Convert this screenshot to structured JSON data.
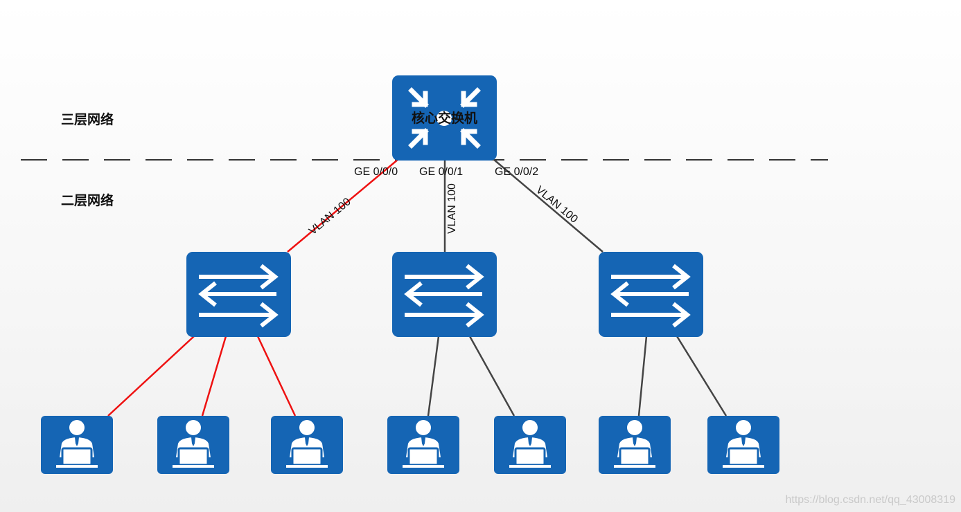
{
  "layers": {
    "l3": "三层网络",
    "l2": "二层网络"
  },
  "core_switch": {
    "label": "核心交换机"
  },
  "ports": [
    "GE 0/0/0",
    "GE 0/0/1",
    "GE 0/0/2"
  ],
  "links": [
    "VLAN 100",
    "VLAN 100",
    "VLAN 100"
  ],
  "colors": {
    "device_blue": "#1565b4",
    "vlan_link": "#ee1111",
    "link": "#444444"
  },
  "watermark": "https://blog.csdn.net/qq_43008319"
}
